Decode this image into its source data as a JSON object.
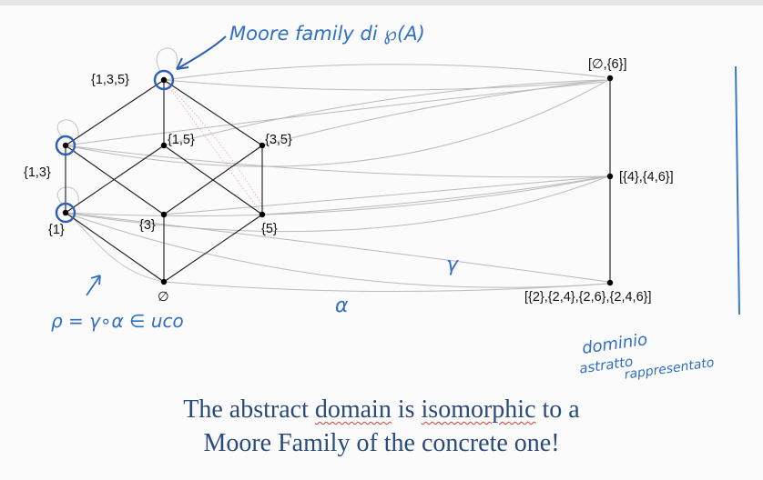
{
  "concrete_nodes": [
    {
      "id": "top",
      "label": "{1,3,5}"
    },
    {
      "id": "n13",
      "label": "{1,3}"
    },
    {
      "id": "n15",
      "label": "{1,5}"
    },
    {
      "id": "n35",
      "label": "{3,5}"
    },
    {
      "id": "n1",
      "label": "{1}"
    },
    {
      "id": "n3",
      "label": "{3}"
    },
    {
      "id": "n5",
      "label": "{5}"
    },
    {
      "id": "bot",
      "label": "∅"
    }
  ],
  "abstract_nodes": [
    {
      "id": "a_top",
      "label": "[∅,{6}]"
    },
    {
      "id": "a_mid",
      "label": "[{4},{4,6}]"
    },
    {
      "id": "a_bot",
      "label": "[{2},{2,4},{2,6},{2,4,6}]"
    }
  ],
  "annotations": {
    "moore_family": "Moore family di ℘(A)",
    "rho_def": "ρ = γ∘α ∈ uco",
    "gamma": "γ",
    "alpha": "α",
    "dominio_line1": "dominio",
    "dominio_line2": "astratto",
    "dominio_line3": "rappresentato"
  },
  "caption": {
    "line1_a": "The abstract ",
    "line1_b": "domain",
    "line1_c": " is ",
    "line1_d": "isomorphic",
    "line1_e": " to a",
    "line2": "Moore Family of the concrete one!"
  },
  "colors": {
    "ink": "#111111",
    "annotation_blue": "#2f6fc4",
    "arrow_gray": "#b8b8b8",
    "caption_blue": "#2a4a7a",
    "spell_red": "#d04040"
  }
}
